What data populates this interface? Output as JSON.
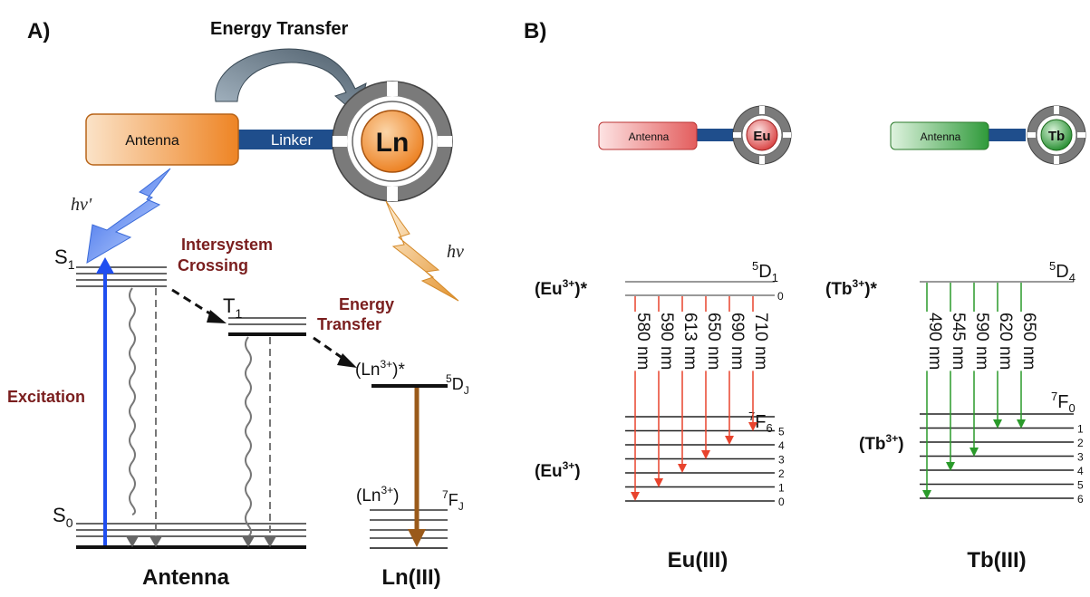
{
  "panel_a": {
    "label": "A)",
    "energy_transfer_title": "Energy Transfer",
    "antenna_box": "Antenna",
    "linker": "Linker",
    "ln": "Ln",
    "hv_prime": "hν'",
    "hv": "hν",
    "s1": "S",
    "s1_sub": "1",
    "s0": "S",
    "s0_sub": "0",
    "t1": "T",
    "t1_sub": "1",
    "isc_line1": "Intersystem",
    "isc_line2": "Crossing",
    "et_line1": "Energy",
    "et_line2": "Transfer",
    "excitation": "Excitation",
    "ln_excited": "(Ln",
    "ln_excited_sup": "3+",
    "ln_excited_end": ")*",
    "d_j_sup": "5",
    "d_j": "D",
    "d_j_sub": "J",
    "ln_ground": "(Ln",
    "ln_ground_sup": "3+",
    "ln_ground_end": ")",
    "f_j_sup": "7",
    "f_j": "F",
    "f_j_sub": "J",
    "antenna_caption": "Antenna",
    "ln_caption": "Ln(III)"
  },
  "panel_b": {
    "label": "B)",
    "eu": {
      "antenna_box": "Antenna",
      "ion": "Eu",
      "excited": "(Eu",
      "excited_sup": "3+",
      "excited_end": ")*",
      "upper_term_sup": "5",
      "upper_term": "D",
      "upper_term_sub": "1",
      "upper_zero": "0",
      "ground": "(Eu",
      "ground_sup": "3+",
      "ground_end": ")",
      "lower_term_sup": "7",
      "lower_term": "F",
      "lower_term_sub": "6",
      "levels": [
        "5",
        "4",
        "3",
        "2",
        "1",
        "0"
      ],
      "wavelengths": [
        "580 nm",
        "590 nm",
        "613 nm",
        "650 nm",
        "690 nm",
        "710 nm"
      ],
      "caption": "Eu(III)",
      "color": "#e8432d"
    },
    "tb": {
      "antenna_box": "Antenna",
      "ion": "Tb",
      "excited": "(Tb",
      "excited_sup": "3+",
      "excited_end": ")*",
      "upper_term_sup": "5",
      "upper_term": "D",
      "upper_term_sub": "4",
      "ground": "(Tb",
      "ground_sup": "3+",
      "ground_end": ")",
      "lower_term_sup": "7",
      "lower_term": "F",
      "lower_term_sub": "0",
      "levels": [
        "1",
        "2",
        "3",
        "4",
        "5",
        "6"
      ],
      "wavelengths": [
        "490 nm",
        "545 nm",
        "590 nm",
        "620 nm",
        "650 nm"
      ],
      "caption": "Tb(III)",
      "color": "#2a9a2a"
    }
  },
  "colors": {
    "antenna_orange": "#f08a2c",
    "linker_blue": "#1f4e8c",
    "excitation_blue": "#1f4ef0",
    "ln_emission_brown": "#9a5a1a",
    "label_dark_red": "#7a1e1e"
  }
}
